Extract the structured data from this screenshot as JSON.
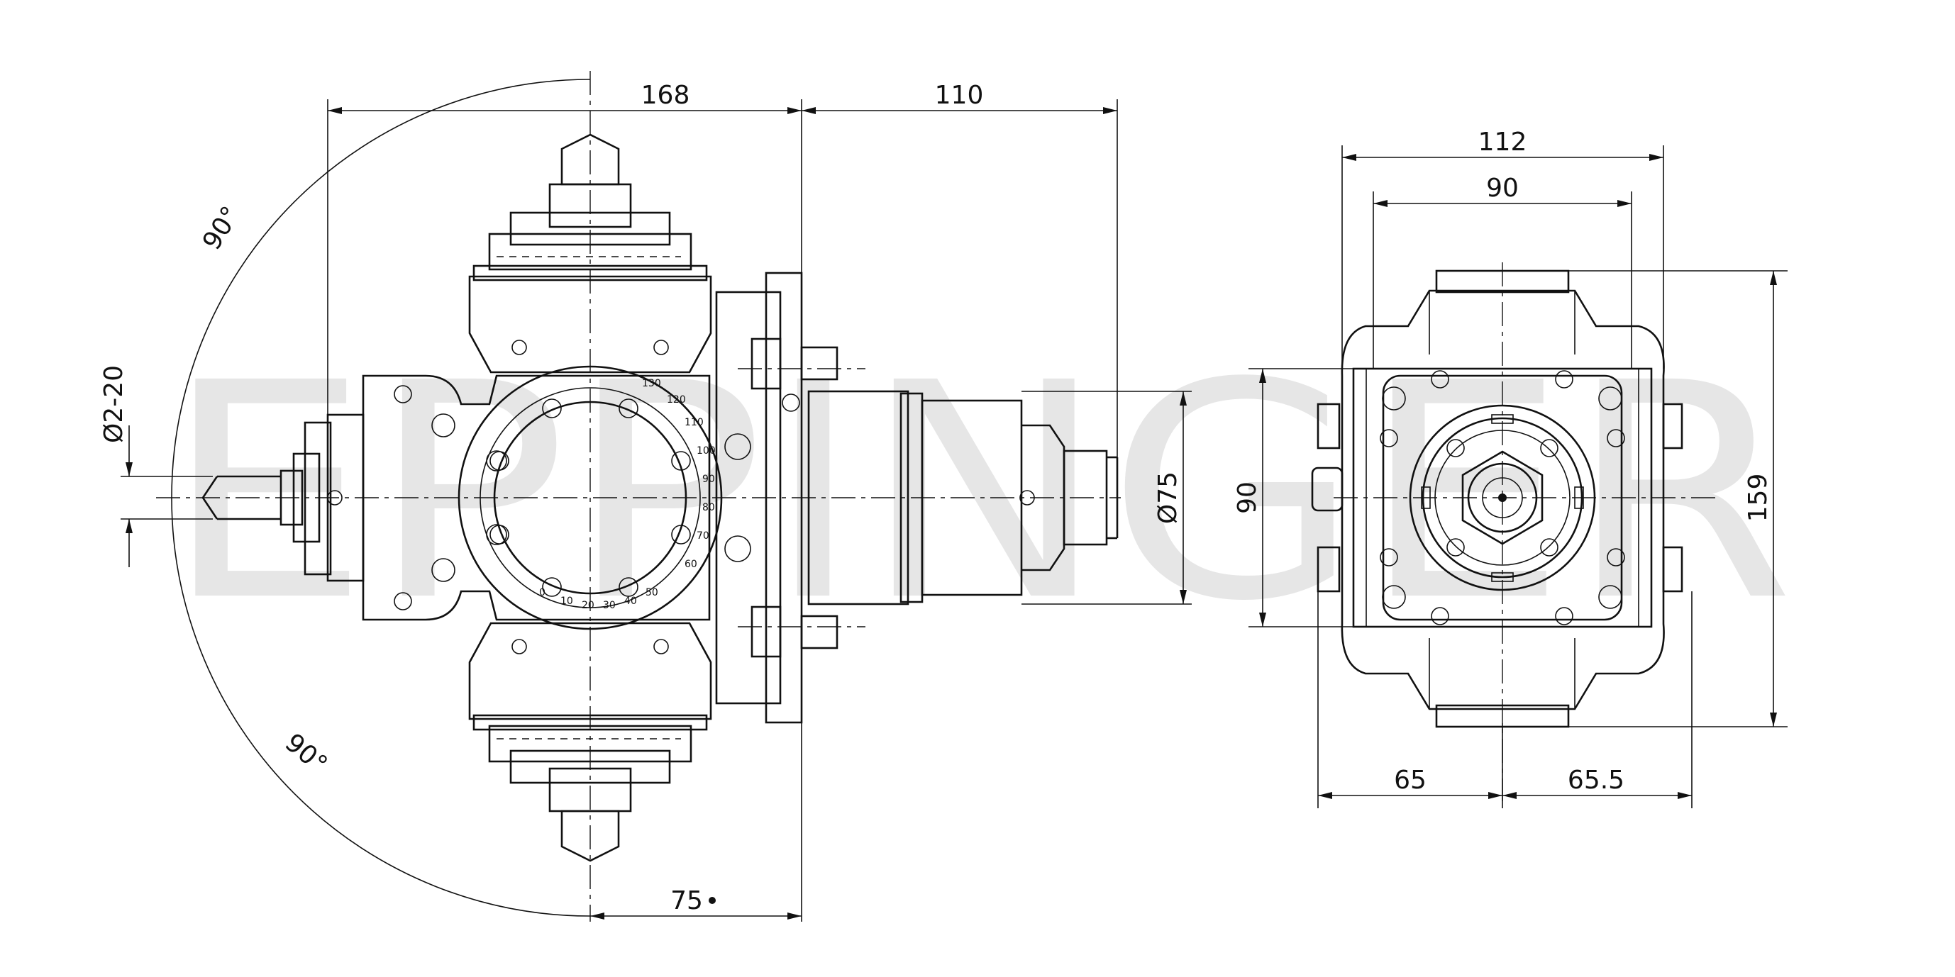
{
  "watermark": "EPPINGER",
  "left_view": {
    "dimensions": {
      "width_168": "168",
      "width_110": "110",
      "width_75": "75",
      "diameter_75": "Ø75",
      "collet_range": "Ø2-20",
      "angle_top": "90°",
      "angle_bottom": "90°"
    },
    "scale_labels": [
      "0",
      "10",
      "20",
      "30",
      "40",
      "50",
      "60",
      "70",
      "80",
      "90",
      "100",
      "110",
      "120",
      "130"
    ]
  },
  "right_view": {
    "dimensions": {
      "width_112": "112",
      "width_90": "90",
      "height_90": "90",
      "height_159": "159",
      "offset_65": "65",
      "offset_65_5": "65.5"
    }
  }
}
